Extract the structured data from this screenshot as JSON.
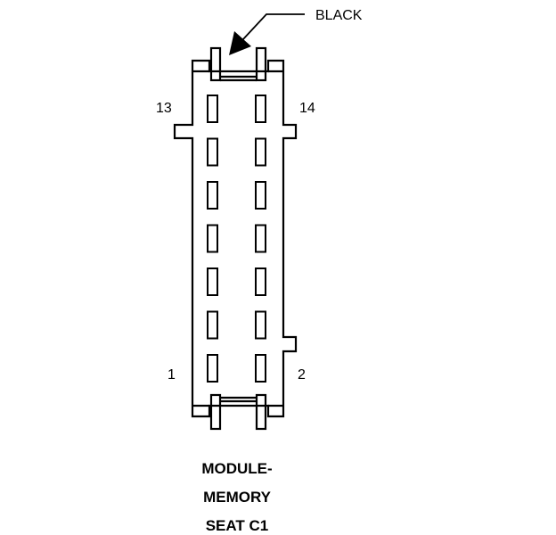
{
  "connector": {
    "color_label": "BLACK",
    "pin_labels": {
      "top_left": "13",
      "top_right": "14",
      "bottom_left": "1",
      "bottom_right": "2"
    },
    "cavity_rows": 7,
    "cavity_columns": 2,
    "title_lines": [
      "MODULE-",
      "MEMORY",
      "SEAT C1"
    ]
  },
  "colors": {
    "line": "#000000",
    "background": "#ffffff"
  }
}
